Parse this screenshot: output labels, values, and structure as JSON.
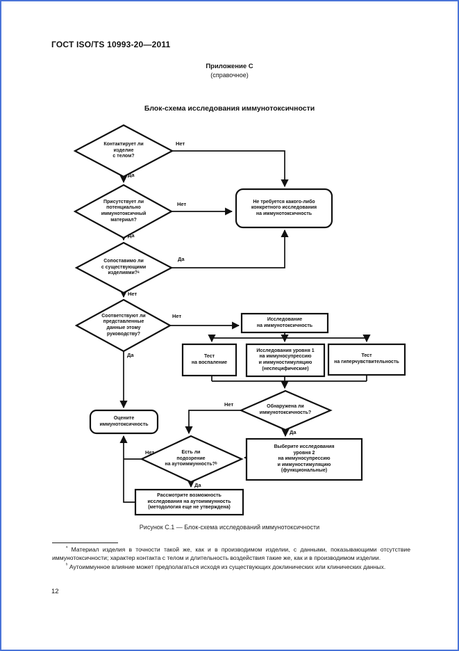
{
  "page": {
    "header": "ГОСТ ISO/TS 10993-20—2011",
    "annex": "Приложение С",
    "annex_type": "(справочное)",
    "title": "Блок-схема исследования иммунотоксичности",
    "caption": "Рисунок С.1 — Блок-схема исследований иммунотоксичности",
    "page_number": "12"
  },
  "flowchart": {
    "yes_label": "Да",
    "no_label": "Нет",
    "nodes": {
      "contact_body": {
        "type": "decision",
        "label": "Контактирует ли\nизделие\nс телом?"
      },
      "potential_material": {
        "type": "decision",
        "label": "Присутствует ли\nпотенциально\nиммунотоксичный\nматериал?"
      },
      "no_testing_needed": {
        "type": "terminator",
        "label": "Не требуется какого-либо\nконкретного исследования\nна иммунотоксичность"
      },
      "comparable_devices": {
        "type": "decision",
        "label": "Сопоставимо ли\nс существующими\nизделиями?ᵃ"
      },
      "data_conform": {
        "type": "decision",
        "label": "Соответствуют ли\nпредставленные\nданные этому\nруководству?"
      },
      "immunotox_study": {
        "type": "process",
        "label": "Исследование\nна иммунотоксичность"
      },
      "inflammation_test": {
        "type": "process",
        "label": "Тест\nна воспаление"
      },
      "level1_studies": {
        "type": "process",
        "label": "Исследования уровня 1\nна иммуносупрессию\nи иммуностимуляцию\n(неспецифические)"
      },
      "hypersensitivity_test": {
        "type": "process",
        "label": "Тест\nна гиперчувствительность"
      },
      "immunotox_detected": {
        "type": "decision",
        "label": "Обнаружена ли\nиммунотоксичность?"
      },
      "evaluate_immunotox": {
        "type": "terminator",
        "label": "Оцените\nиммунотоксичность"
      },
      "autoimmunity_suspected": {
        "type": "decision",
        "label": "Есть ли\nподозрение\nна аутоиммунность?ᵇ"
      },
      "level2_studies": {
        "type": "process",
        "label": "Выберите исследования\nуровня 2\nна иммуносупрессию\nи иммуностимуляцию\n(функциональные)"
      },
      "consider_autoimmunity": {
        "type": "process",
        "label": "Рассмотрите возможность\nисследования на аутоиммунность\n(методология еще не утверждена)"
      }
    }
  },
  "footnotes": [
    {
      "marker": "ᵃ",
      "text": "Материал изделия в точности такой же, как и в производимом изделии, с данными, показывающими отсутствие иммунотоксичности; характер контакта с телом и длительность воздействия такие же, как и в производимом изделии."
    },
    {
      "marker": "ᵇ",
      "text": "Аутоиммунное влияние может предполагаться исходя из существующих доклинических или клинических данных."
    }
  ]
}
